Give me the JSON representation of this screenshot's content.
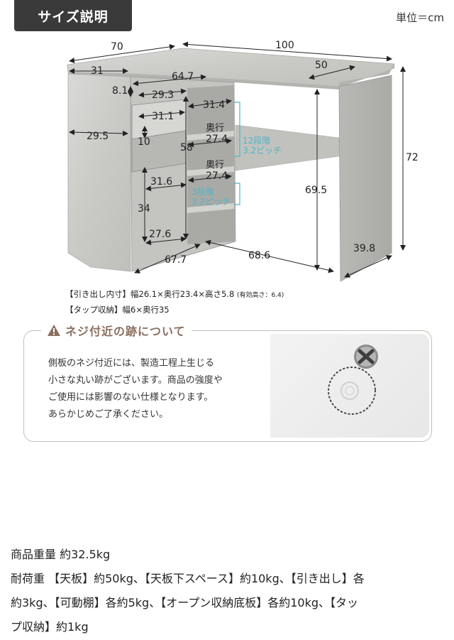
{
  "header": {
    "title": "サイズ説明",
    "unit": "単位＝cm"
  },
  "dimensions": {
    "top_width": "100",
    "top_depth_left": "70",
    "right_depth": "50",
    "left_depth_top": "31",
    "inner_width": "64.7",
    "drawer_height": "8.1",
    "drawer_width": "29.3",
    "drawer_inner": "31.1",
    "side_depth": "29.5",
    "drawer_gap": "10",
    "shelf_width": "31.4",
    "depth_label_1": "奥行",
    "shelf_depth_1": "27.4",
    "shelf_steps_1": "12段階",
    "pitch_1": "3.2ピッチ",
    "height_inner": "58",
    "depth_label_2": "奥行",
    "shelf_depth_2": "27.4",
    "shelf_steps_2": "3段階",
    "pitch_2": "3.2ピッチ",
    "lower_width": "31.6",
    "lower_height": "34",
    "lower_depth": "27.6",
    "base_left": "67.7",
    "base_right": "68.6",
    "leg_height": "69.5",
    "total_height": "72",
    "leg_depth": "39.8"
  },
  "notes": {
    "drawer_label": "【引き出し内寸】",
    "drawer_value": "幅26.1×奥行23.4×高さ5.8",
    "drawer_effective": "(有効高さ：6.4)",
    "tap_line": "【タップ収納】幅6×奥行35"
  },
  "screw": {
    "title": "ネジ付近の跡について",
    "lines": [
      "側板のネジ付近には、製造工程上生じる",
      "小さな丸い跡がございます。商品の強度や",
      "ご使用には影響のない仕様となります。",
      "あらかじめご了承ください。"
    ]
  },
  "weights": {
    "lines": [
      "商品重量 約32.5kg",
      "耐荷重 【天板】約50kg、【天板下スペース】約10kg、【引き出し】各",
      "約3kg、【可動棚】各約5kg、【オープン収納底板】各約10kg、【タッ",
      "プ収納】約1kg"
    ]
  },
  "colors": {
    "badge": "#3a3a3a",
    "accent": "#4fb3c8",
    "frame": "#c6bdb4",
    "board": "#cfd0cd"
  }
}
